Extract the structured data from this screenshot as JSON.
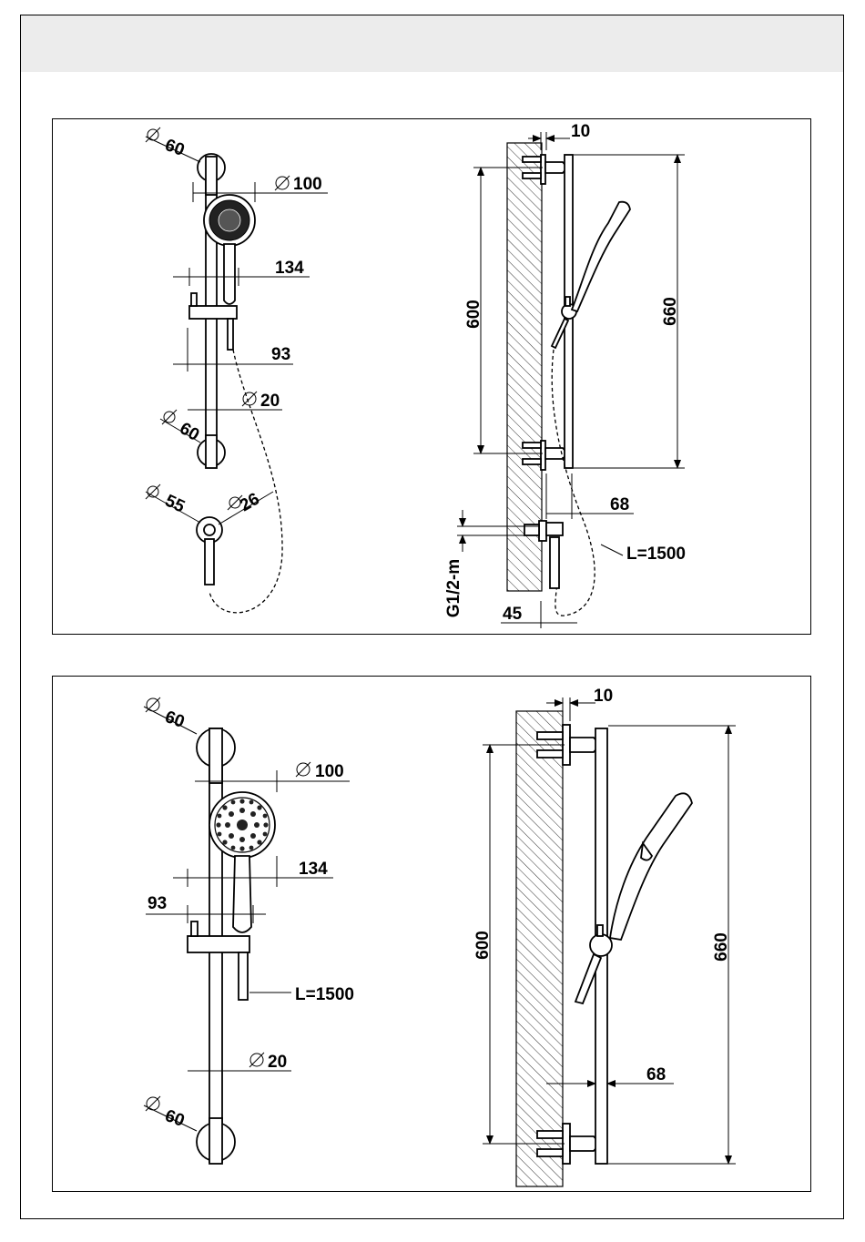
{
  "top_panel": {
    "front": {
      "bracket_top_diameter": "60",
      "head_diameter": "100",
      "handle_width": "134",
      "holder_offset": "93",
      "rail_diameter": "20",
      "bracket_bottom_diameter": "60",
      "outlet_diameter": "55",
      "outlet_inner_diameter": "26"
    },
    "side": {
      "wall_gap": "10",
      "bracket_spacing": "600",
      "rail_length": "660",
      "projection": "68",
      "hose_length": "L=1500",
      "connection": "G1/2-m",
      "outlet_depth": "45"
    }
  },
  "bottom_panel": {
    "front": {
      "bracket_top_diameter": "60",
      "head_diameter": "100",
      "handle_width": "134",
      "holder_offset": "93",
      "hose_length": "L=1500",
      "rail_diameter": "20",
      "bracket_bottom_diameter": "60"
    },
    "side": {
      "wall_gap": "10",
      "bracket_spacing": "600",
      "rail_length": "660",
      "projection": "68"
    }
  },
  "symbols": {
    "diameter": "⌀"
  },
  "icons": [
    "diameter-icon",
    "hatched-wall",
    "shower-head-icon"
  ]
}
